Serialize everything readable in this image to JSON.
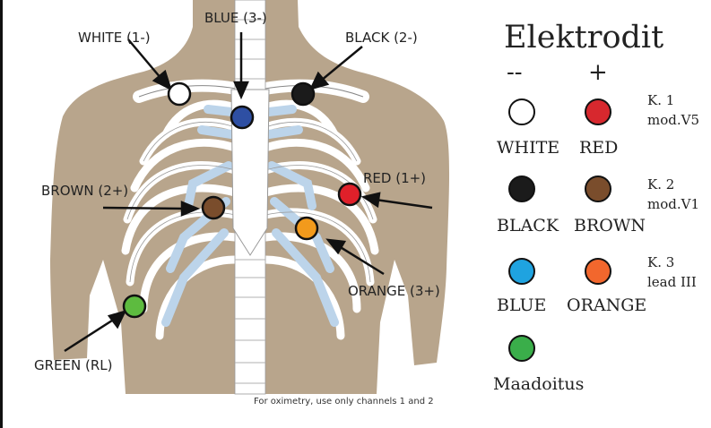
{
  "diagram": {
    "electrode_labels": {
      "white": "WHITE (1-)",
      "blue": "BLUE (3-)",
      "black": "BLACK (2-)",
      "brown": "BROWN (2+)",
      "red": "RED (1+)",
      "orange": "ORANGE (3+)",
      "green": "GREEN (RL)"
    },
    "footnote": "For oximetry, use only channels 1 and 2"
  },
  "legend": {
    "title": "Elektrodit",
    "minus_sign": "--",
    "plus_sign": "+",
    "electrodes": {
      "white": {
        "name": "WHITE",
        "color": "#ffffff"
      },
      "red": {
        "name": "RED",
        "color": "#d7282e"
      },
      "black": {
        "name": "BLACK",
        "color": "#1b1b1b"
      },
      "brown": {
        "name": "BROWN",
        "color": "#7a4d2c"
      },
      "blue": {
        "name": "BLUE",
        "color": "#1fa3e0"
      },
      "orange": {
        "name": "ORANGE",
        "color": "#f2672d"
      },
      "green": {
        "name": "Maadoitus",
        "color": "#3aae4a"
      }
    },
    "channels": [
      {
        "line1": "K. 1",
        "line2": "mod.V5"
      },
      {
        "line1": "K. 2",
        "line2": "mod.V1"
      },
      {
        "line1": "K. 3",
        "line2": "lead III"
      }
    ]
  },
  "colors": {
    "skin": "#b8a58c",
    "bone": "#ffffff",
    "cartilage": "#bcd4ea",
    "diagram_white": "#ffffff",
    "diagram_blue": "#2e4fa3",
    "diagram_black": "#1b1b1b",
    "diagram_brown": "#7a4d2c",
    "diagram_red": "#e0202a",
    "diagram_orange": "#f29a1c",
    "diagram_green": "#5dbb3f"
  }
}
